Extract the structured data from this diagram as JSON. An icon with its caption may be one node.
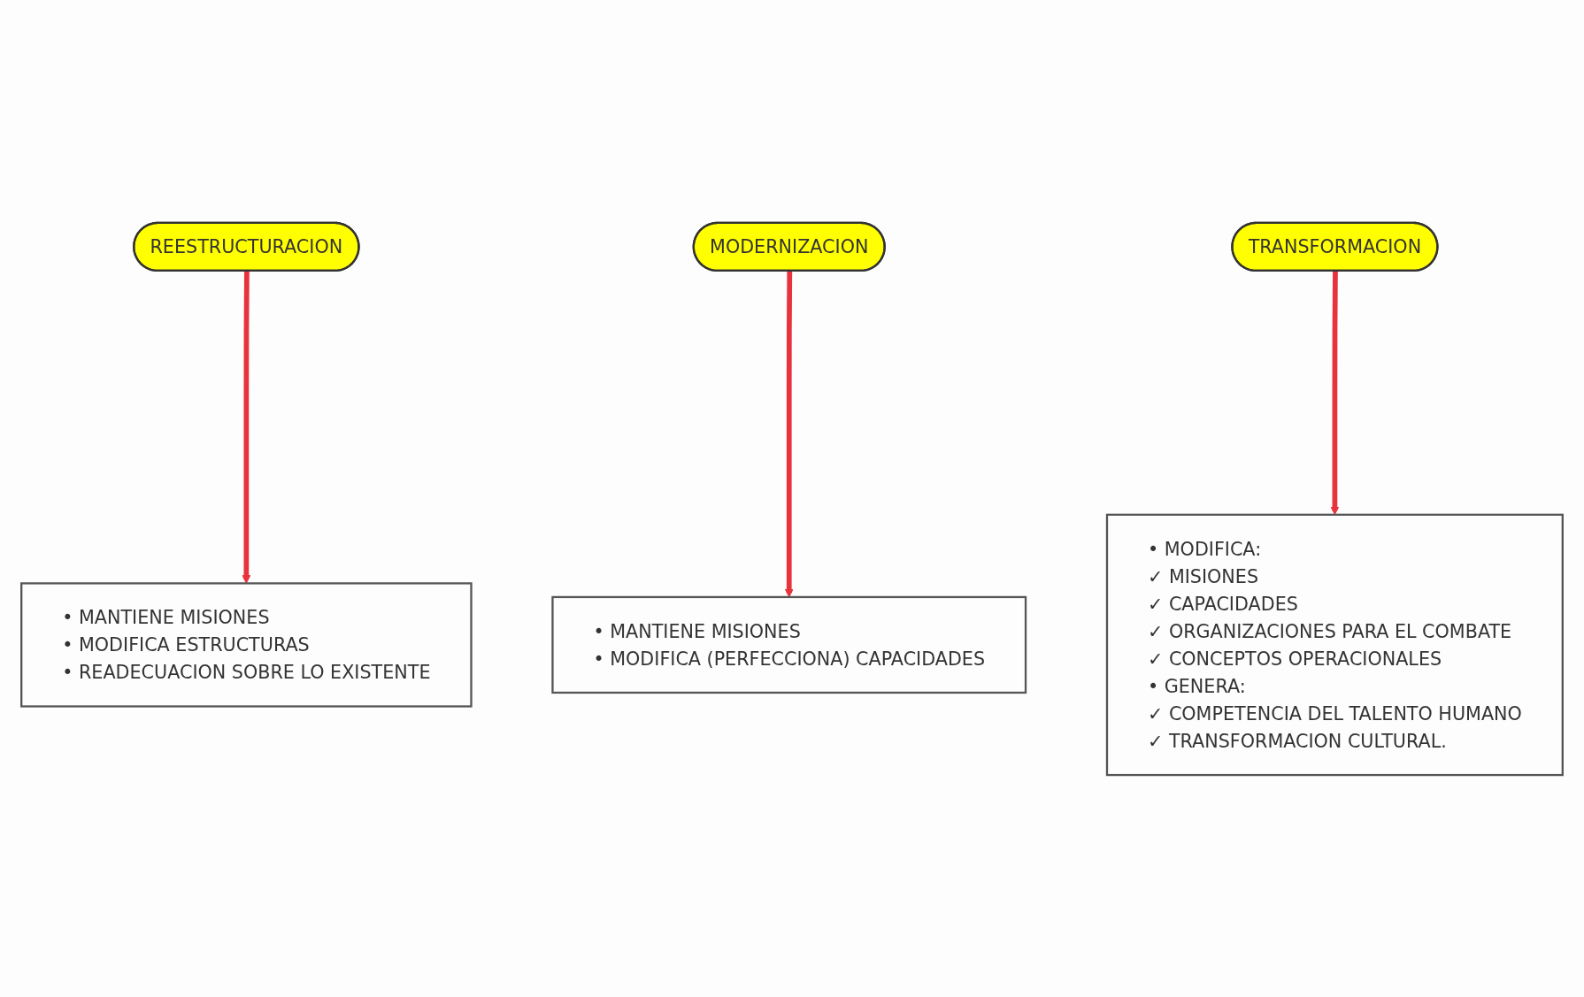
{
  "diagram": {
    "nodes": [
      {
        "text": [
          "REESTRUCTURACION"
        ]
      },
      {
        "text": [
          "MODERNIZACION"
        ]
      },
      {
        "text": [
          "TRANSFORMACION"
        ]
      },
      {
        "text": [
          "• MANTIENE MISIONES",
          "• MODIFICA ESTRUCTURAS",
          "• READECUACION SOBRE LO EXISTENTE"
        ]
      },
      {
        "text": [
          "• MANTIENE MISIONES",
          "• MODIFICA (PERFECCIONA) CAPACIDADES"
        ]
      },
      {
        "text": [
          "• MODIFICA:",
          "✓ MISIONES",
          "✓ CAPACIDADES",
          "✓ ORGANIZACIONES PARA EL COMBATE",
          "✓ CONCEPTOS OPERACIONALES",
          "• GENERA:",
          "✓ COMPETENCIA DEL TALENTO HUMANO",
          "✓ TRANSFORMACION CULTURAL."
        ]
      }
    ],
    "edges": [
      {
        "from": 0,
        "to": 3,
        "arrow": "to"
      },
      {
        "from": 1,
        "to": 4,
        "arrow": "to"
      },
      {
        "from": 2,
        "to": 5,
        "arrow": "to"
      }
    ]
  }
}
